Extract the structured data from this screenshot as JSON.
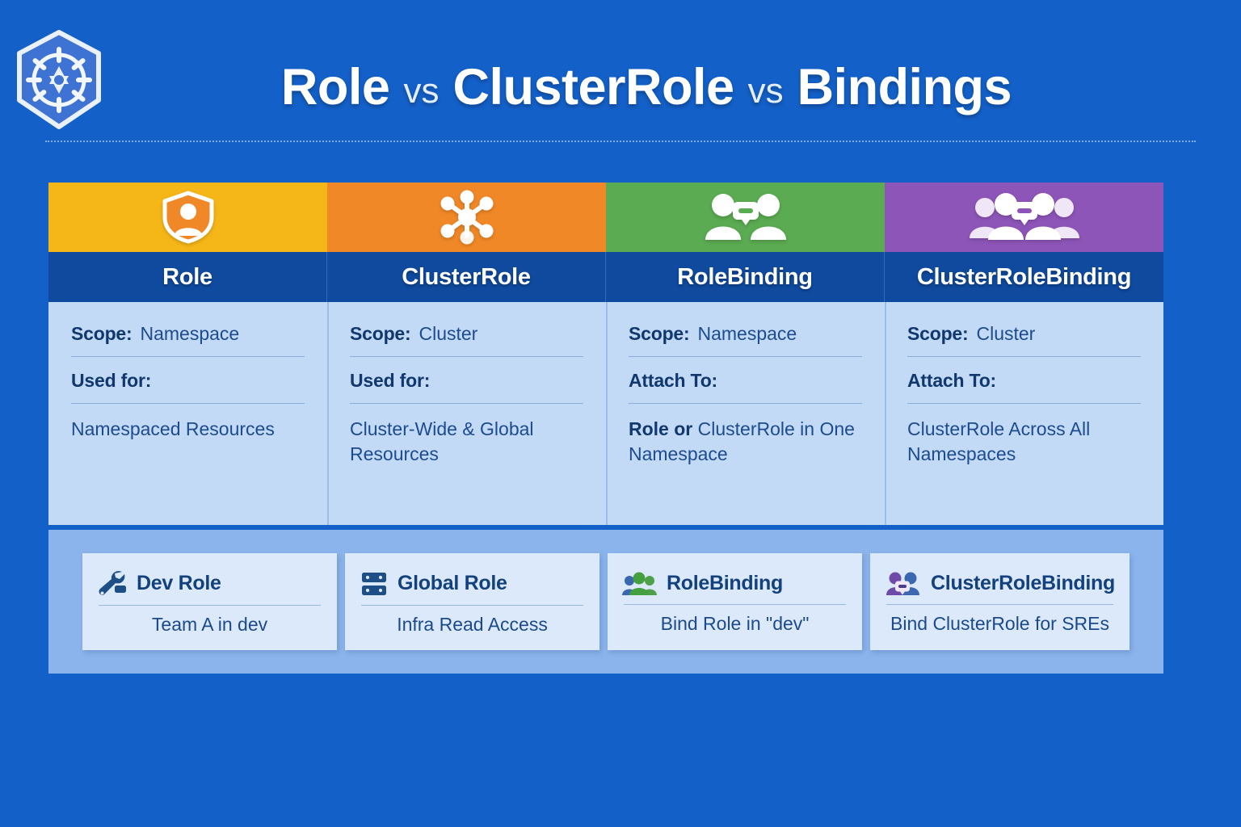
{
  "header": {
    "logo_icon": "kubernetes-logo-icon",
    "title_parts": [
      "Role",
      "vs",
      "ClusterRole",
      "vs",
      "Bindings"
    ],
    "title_full": "Role vs ClusterRole vs Bindings",
    "separator": "vs"
  },
  "colors": {
    "page_background": "#1360C8",
    "name_bar": "#0F4A9E",
    "body_panel": "#C3DAF6",
    "footer_band": "#8CB4EC",
    "card": "#DCE9FA",
    "role_accent": "#F5B618",
    "clusterrole_accent": "#F08827",
    "rolebinding_accent": "#5BAB52",
    "clusterrolebinding_accent": "#8D55B8",
    "heading_text": "#10376E",
    "value_text": "#1C4B8F"
  },
  "columns": [
    {
      "id": "role",
      "name": "Role",
      "accent": "#F5B618",
      "icon": "shield-person-icon",
      "rows": [
        {
          "label": "Scope:",
          "value": "Namespace"
        },
        {
          "label": "Used for:",
          "value": ""
        }
      ],
      "description_bold": "",
      "description": "Namespaced Resources"
    },
    {
      "id": "clusterrole",
      "name": "ClusterRole",
      "accent": "#F08827",
      "icon": "network-hub-icon",
      "rows": [
        {
          "label": "Scope:",
          "value": "Cluster"
        },
        {
          "label": "Used for:",
          "value": ""
        }
      ],
      "description_bold": "",
      "description": "Cluster-Wide & Global Resources"
    },
    {
      "id": "rolebinding",
      "name": "RoleBinding",
      "accent": "#5BAB52",
      "icon": "two-people-link-icon",
      "rows": [
        {
          "label": "Scope:",
          "value": "Namespace"
        },
        {
          "label": "Attach To:",
          "value": ""
        }
      ],
      "description_bold": "Role or",
      "description": " ClusterRole in One Namespace"
    },
    {
      "id": "clusterrolebinding",
      "name": "ClusterRoleBinding",
      "accent": "#8D55B8",
      "icon": "group-people-link-icon",
      "rows": [
        {
          "label": "Scope:",
          "value": "Cluster"
        },
        {
          "label": "Attach To:",
          "value": ""
        }
      ],
      "description_bold": "",
      "description": "ClusterRole Across All Namespaces"
    }
  ],
  "examples": [
    {
      "id": "dev-role",
      "icon": "wrench-icon",
      "title": "Dev Role",
      "subtitle": "Team A in dev"
    },
    {
      "id": "global-role",
      "icon": "server-rack-icon",
      "title": "Global Role",
      "subtitle": "Infra Read Access"
    },
    {
      "id": "rolebinding",
      "icon": "people-green-icon",
      "title": "RoleBinding",
      "subtitle": "Bind Role in \"dev\""
    },
    {
      "id": "clusterrolebinding",
      "icon": "people-purple-link-icon",
      "title": "ClusterRoleBinding",
      "subtitle": "Bind ClusterRole for SREs"
    }
  ]
}
